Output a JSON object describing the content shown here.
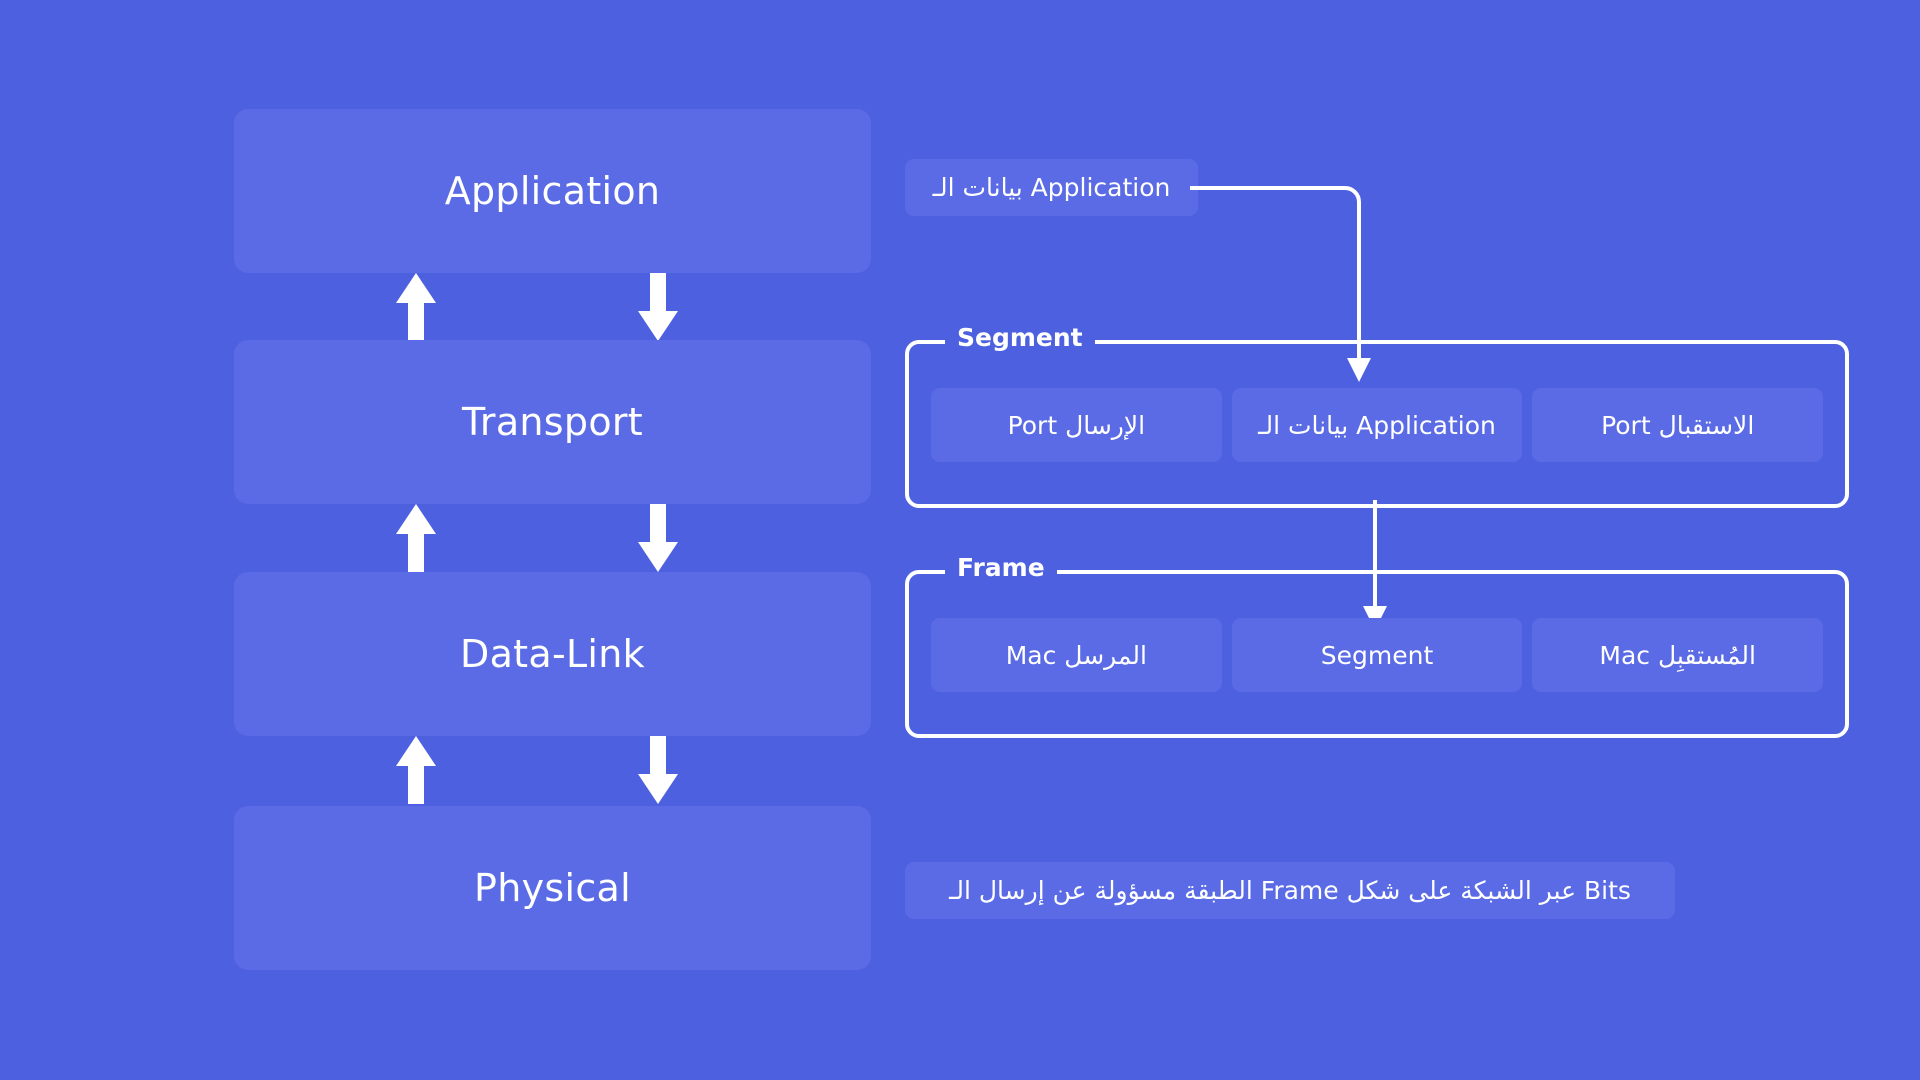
{
  "theme": {
    "background": "#4d60e0",
    "surface": "#5a6be5",
    "line": "#ffffff",
    "text": "#ffffff"
  },
  "layer_stack": {
    "layers": [
      {
        "label": "Application"
      },
      {
        "label": "Transport"
      },
      {
        "label": "Data-Link"
      },
      {
        "label": "Physical"
      }
    ],
    "arrows": [
      {
        "up": "arrow-up-icon",
        "down": "arrow-down-icon"
      },
      {
        "up": "arrow-up-icon",
        "down": "arrow-down-icon"
      },
      {
        "up": "arrow-up-icon",
        "down": "arrow-down-icon"
      }
    ]
  },
  "encapsulation": {
    "app_data_chip": "بيانات الـ Application",
    "segment": {
      "legend": "Segment",
      "cells": [
        "Port الإرسال",
        "بيانات الـ Application",
        "Port الاستقبال"
      ]
    },
    "frame": {
      "legend": "Frame",
      "cells": [
        "Mac المرسل",
        "Segment",
        "Mac المُستقبِل"
      ]
    },
    "note": "الطبقة مسؤولة عن إرسال الـ Frame عبر الشبكة على شكل Bits"
  }
}
